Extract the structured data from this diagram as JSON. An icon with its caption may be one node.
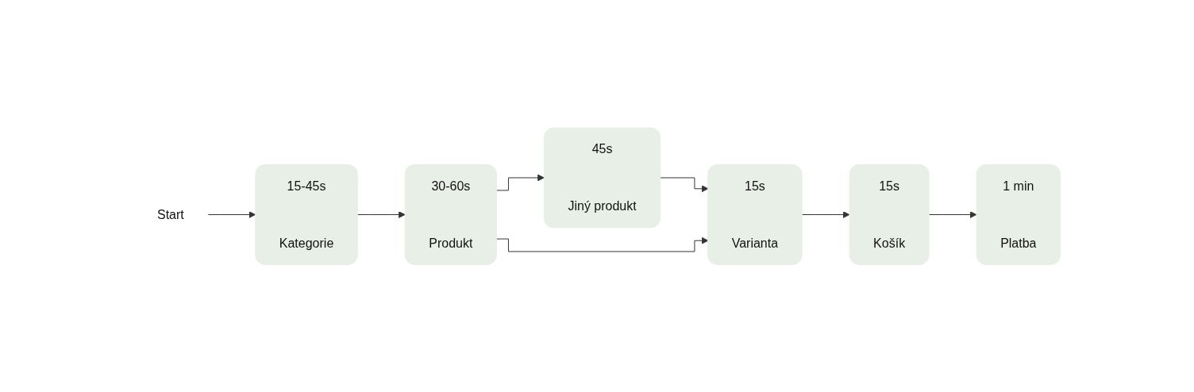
{
  "diagram": {
    "nodes": [
      {
        "text": [
          "Start"
        ]
      },
      {
        "text": [
          "15-45s",
          "Kategorie"
        ]
      },
      {
        "text": [
          "30-60s",
          "Produkt"
        ]
      },
      {
        "text": [
          "45s",
          "Jiný produkt"
        ]
      },
      {
        "text": [
          "15s",
          "Varianta"
        ]
      },
      {
        "text": [
          "15s",
          "Košík"
        ]
      },
      {
        "text": [
          "1 min",
          "Platba"
        ]
      }
    ],
    "edges": [
      {
        "from": 0,
        "to": 1,
        "arrow": "to"
      },
      {
        "from": 1,
        "to": 2,
        "arrow": "to"
      },
      {
        "from": 2,
        "to": 3,
        "arrow": "to"
      },
      {
        "from": 3,
        "to": 4,
        "arrow": "to"
      },
      {
        "from": 2,
        "to": 4,
        "arrow": "to"
      },
      {
        "from": 4,
        "to": 5,
        "arrow": "to"
      },
      {
        "from": 5,
        "to": 6,
        "arrow": "to"
      }
    ]
  }
}
